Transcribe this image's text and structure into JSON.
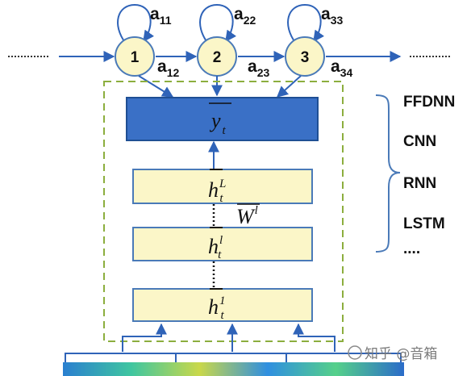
{
  "states": [
    {
      "label": "1",
      "self_transition": "a",
      "self_transition_sub": "11",
      "next_transition": "a",
      "next_transition_sub": "12"
    },
    {
      "label": "2",
      "self_transition": "a",
      "self_transition_sub": "22",
      "next_transition": "a",
      "next_transition_sub": "23"
    },
    {
      "label": "3",
      "self_transition": "a",
      "self_transition_sub": "33",
      "next_transition": "a",
      "next_transition_sub": "34"
    }
  ],
  "network": {
    "output_base": "y",
    "output_sub": "t",
    "layers": [
      {
        "base": "h",
        "sub": "t",
        "sup": "L"
      },
      {
        "base": "h",
        "sub": "t",
        "sup": "l"
      },
      {
        "base": "h",
        "sub": "t",
        "sup": "1"
      }
    ],
    "weight_base": "W",
    "weight_sup": "l"
  },
  "model_types": [
    "FFDNN",
    "CNN",
    "RNN",
    "LSTM",
    "...."
  ],
  "watermark": "知乎 @音箱"
}
